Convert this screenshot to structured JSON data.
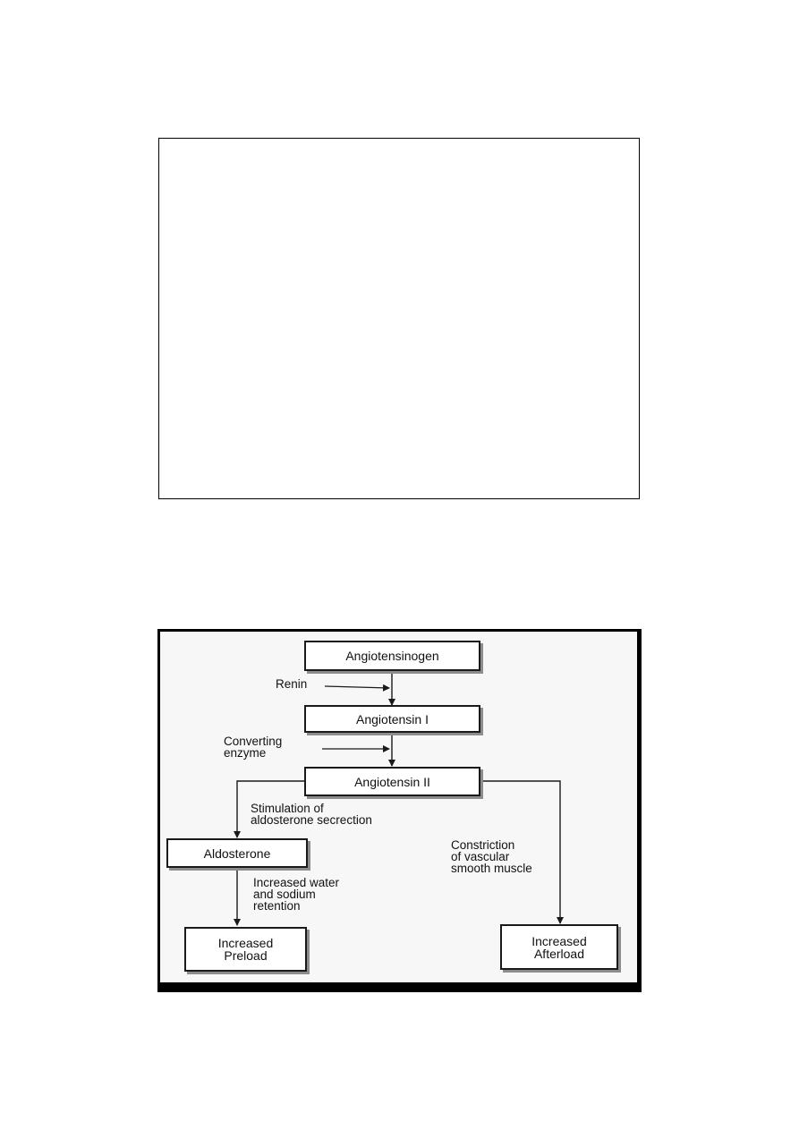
{
  "nodes": {
    "angiotensinogen": "Angiotensinogen",
    "angiotensin_1": "Angiotensin I",
    "angiotensin_2": "Angiotensin II",
    "aldosterone": "Aldosterone",
    "increased_preload": "Increased\nPreload",
    "increased_afterload": "Increased\nAfterload"
  },
  "edge_labels": {
    "renin": "Renin",
    "converting_enzyme": "Converting\n  enzyme",
    "stimulation": "Stimulation of\naldosterone secrection",
    "retention": "Increased water\nand sodium\nretention",
    "constriction": "Constriction\n  of vascular\nsmooth muscle"
  },
  "colors": {
    "line": "#1a1a1a",
    "panel_background": "#f7f7f7",
    "box_shadow": "#8c8c8c"
  }
}
